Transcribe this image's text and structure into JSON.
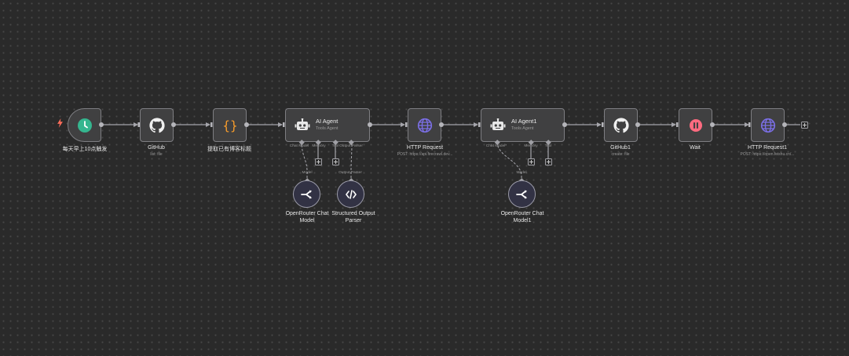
{
  "colors": {
    "canvas_bg": "#2a2a2a",
    "node_bg": "#404041",
    "node_border": "#7e7e82",
    "edge": "#a5a5ab",
    "schedule_icon": "#35b68f",
    "code_icon": "#f39a2c",
    "globe_icon": "#7b6fe6",
    "wait_icon": "#ff6b80",
    "trigger_bolt": "#ff6d5a"
  },
  "nodes": {
    "schedule": {
      "title": "每天早上10点触发",
      "icon": "clock-icon"
    },
    "github": {
      "title": "GitHub",
      "subtitle": "list: file",
      "icon": "github-icon"
    },
    "code": {
      "title": "提取已有博客标题",
      "icon": "braces-icon"
    },
    "agent": {
      "title": "AI Agent",
      "subtitle": "Tools Agent",
      "icon": "robot-icon",
      "ports": [
        "Chat Model",
        "Memory",
        "Tool",
        "Output Parser"
      ]
    },
    "http": {
      "title": "HTTP Request",
      "subtitle": "POST: https://api.firecrawl.dev...",
      "icon": "globe-icon"
    },
    "agent1": {
      "title": "AI Agent1",
      "subtitle": "Tools Agent",
      "icon": "robot-icon",
      "ports": [
        "Chat Model*",
        "Memory",
        "Tool"
      ]
    },
    "github1": {
      "title": "GitHub1",
      "subtitle": "create: file",
      "icon": "github-icon"
    },
    "wait": {
      "title": "Wait",
      "icon": "pause-icon"
    },
    "http1": {
      "title": "HTTP Request1",
      "subtitle": "POST: https://open.feishu.cn/...",
      "icon": "globe-icon"
    },
    "openrouter": {
      "title_line1": "OpenRouter Chat",
      "title_line2": "Model",
      "edge_label": "Model",
      "icon": "openrouter-icon"
    },
    "parser": {
      "title_line1": "Structured Output",
      "title_line2": "Parser",
      "edge_label": "Output Parser",
      "icon": "code-icon"
    },
    "openrouter1": {
      "title_line1": "OpenRouter Chat",
      "title_line2": "Model1",
      "edge_label": "Model",
      "icon": "openrouter-icon"
    }
  }
}
